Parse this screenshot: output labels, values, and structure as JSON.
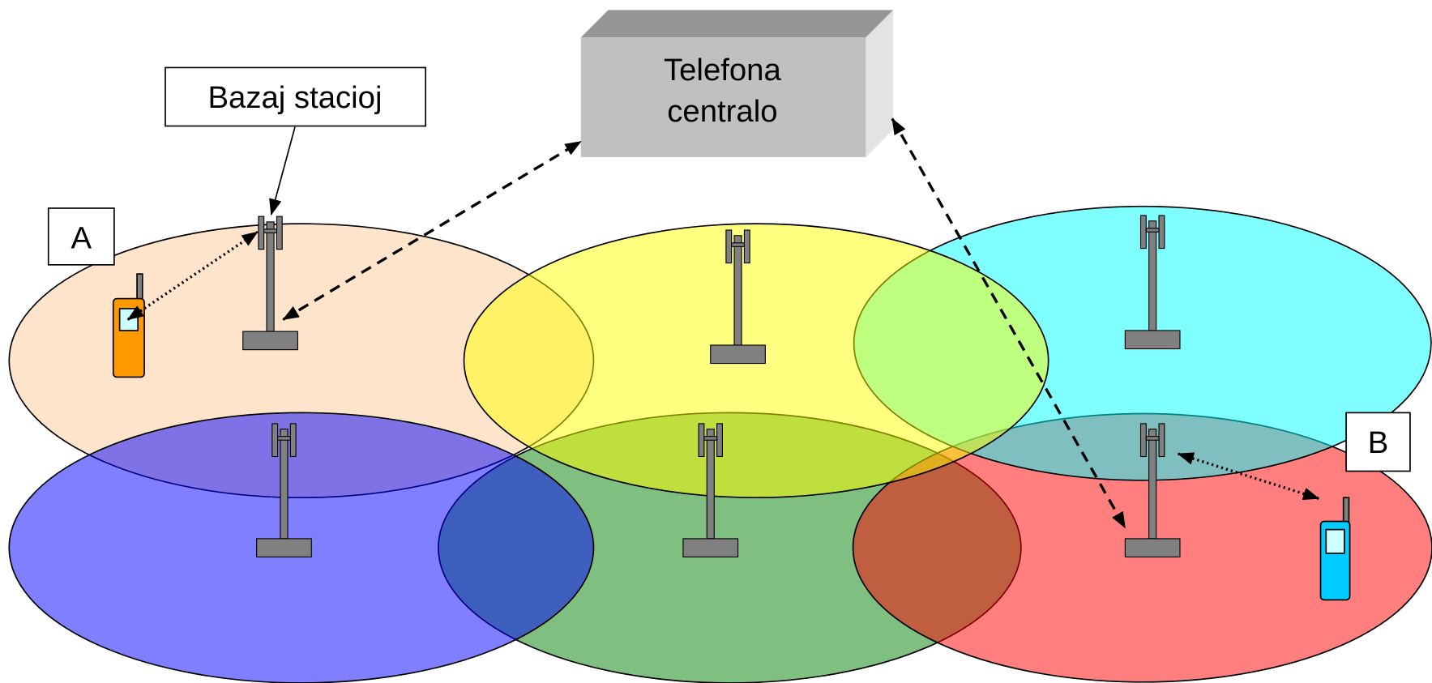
{
  "labels": {
    "base_stations": "Bazaj stacioj",
    "exchange": [
      "Telefona",
      "centralo"
    ],
    "point_a": "A",
    "point_b": "B"
  },
  "colors": {
    "cell_peach": "#FFC999",
    "cell_yellow": "#FFFF00",
    "cell_cyan": "#00FFFF",
    "cell_blue": "#0000FF",
    "cell_green": "#008000",
    "cell_red": "#FF0000",
    "tower": "#808080",
    "phone_a": "#FF9900",
    "phone_b": "#00CCFF",
    "phone_screen": "#CCFFFF",
    "exchange_front": "#C0C0C0",
    "exchange_top": "#969696",
    "exchange_side": "#E3E3E3"
  },
  "icons": {
    "tower": "tower-icon",
    "phone": "phone-icon",
    "exchange": "exchange-box-icon"
  }
}
